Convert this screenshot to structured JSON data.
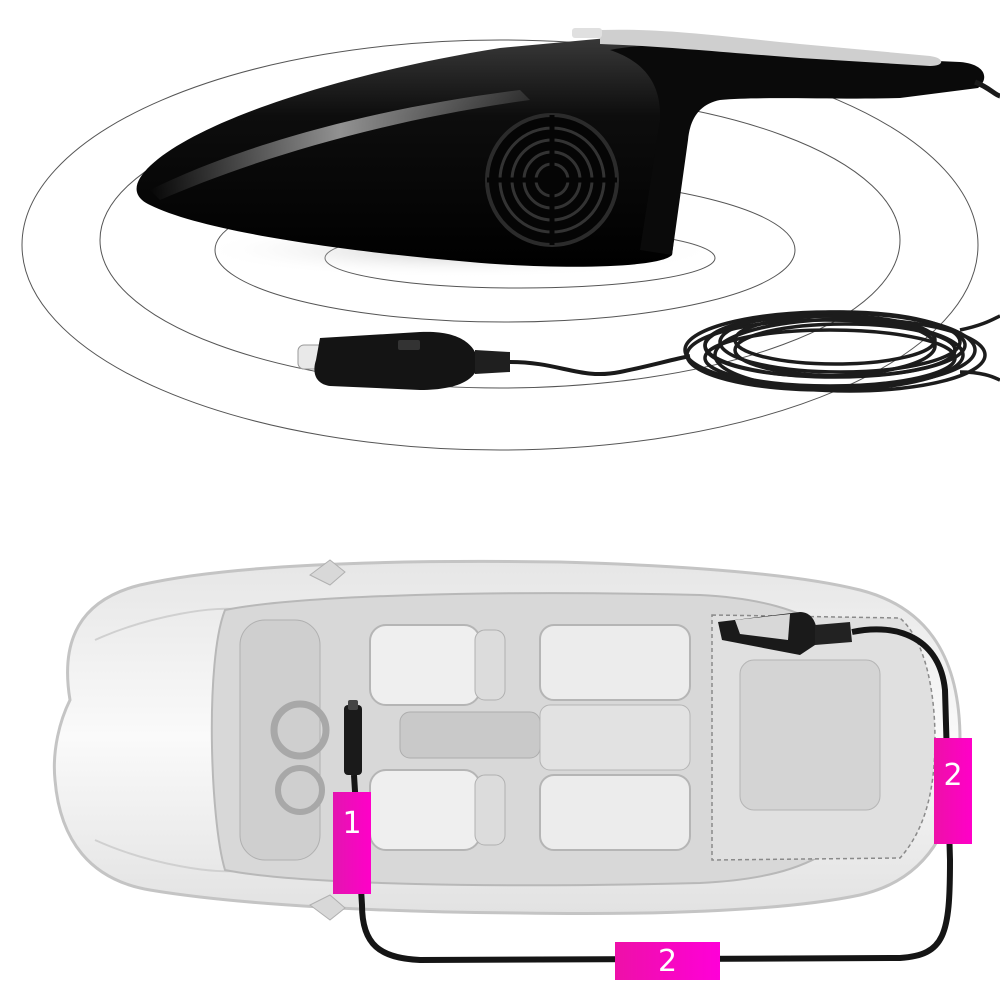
{
  "colors": {
    "label_bg": "#ee10a8",
    "vacuum_body": "#111111",
    "cable": "#1a1a1a",
    "car_body": "#f2f2f2"
  },
  "labels": {
    "one": "1",
    "two_right": "2",
    "two_bottom": "2"
  }
}
